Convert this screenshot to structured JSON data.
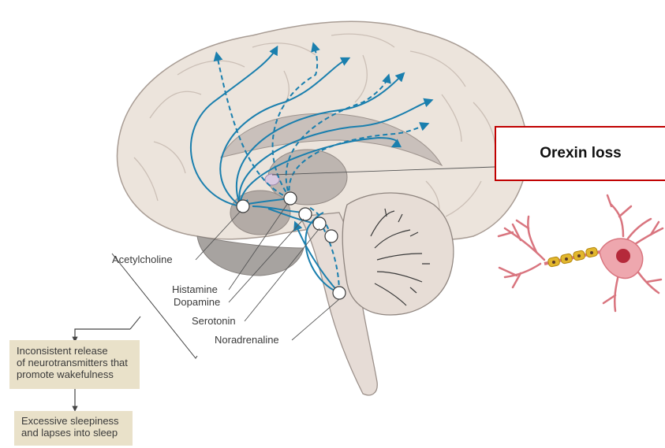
{
  "callout": {
    "text": "Orexin loss"
  },
  "neurotransmitters": [
    {
      "name": "Acetylcholine"
    },
    {
      "name": "Histamine"
    },
    {
      "name": "Dopamine"
    },
    {
      "name": "Serotonin"
    },
    {
      "name": "Noradrenaline"
    }
  ],
  "flow": {
    "step1_line1": "Inconsistent release",
    "step1_line2": "of neurotransmitters that",
    "step1_line3": "promote wakefulness",
    "step2_line1": "Excessive sleepiness",
    "step2_line2": "and lapses into sleep"
  },
  "colors": {
    "pathway": "#1a7fae",
    "callout_border": "#c00000",
    "box_fill": "#e9e1c9",
    "brain_fill": "#ece4dc",
    "neuron": "#d9757f"
  }
}
